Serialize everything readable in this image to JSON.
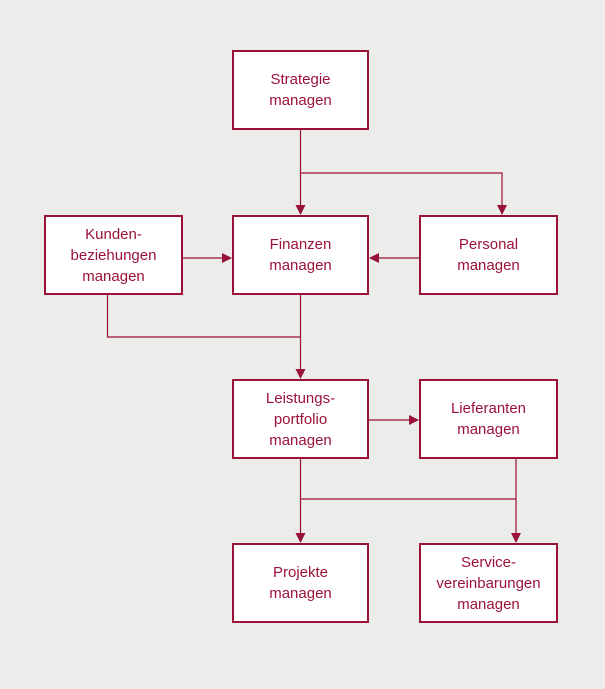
{
  "colors": {
    "background": "#ececea",
    "accent": "#9b1238",
    "box_fill": "#ffffff"
  },
  "nodes": {
    "strategie": "Strategie\nmanagen",
    "finanzen": "Finanzen\nmanagen",
    "kunden": "Kunden-\nbeziehungen\nmanagen",
    "personal": "Personal\nmanagen",
    "leistung": "Leistungs-\nportfolio\nmanagen",
    "lieferant": "Lieferanten\nmanagen",
    "projekte": "Projekte\nmanagen",
    "service": "Service-\nvereinbarungen\nmanagen"
  }
}
